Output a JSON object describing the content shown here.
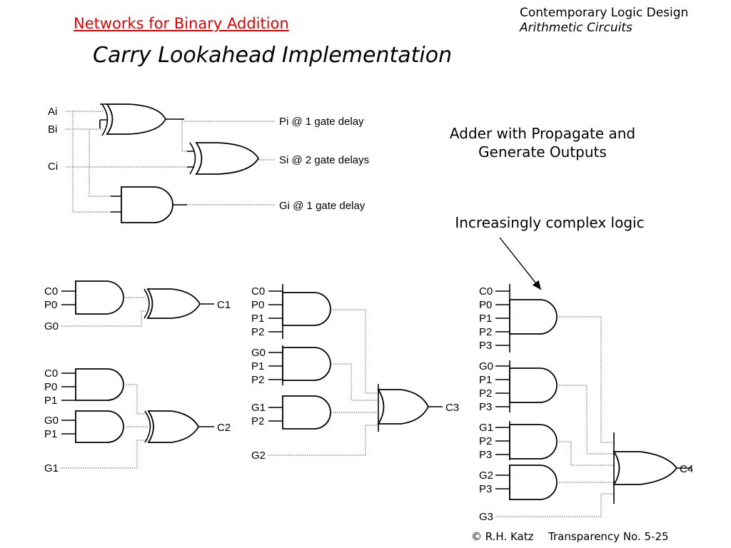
{
  "header": {
    "book_title": "Contemporary Logic Design",
    "chapter": "Arithmetic Circuits",
    "section_link": "Networks for Binary Addition",
    "slide_title": "Carry Lookahead Implementation"
  },
  "notes": {
    "adder_line1": "Adder with Propagate and",
    "adder_line2": "Generate Outputs",
    "complexity": "Increasingly complex logic"
  },
  "adder": {
    "inputs": [
      "Ai",
      "Bi",
      "Ci"
    ],
    "outputs": [
      "Pi @ 1 gate delay",
      "Si @ 2 gate delays",
      "Gi @ 1 gate delay"
    ]
  },
  "c1": {
    "and_inputs": [
      "C0",
      "P0"
    ],
    "or_input": "G0",
    "output": "C1"
  },
  "c2": {
    "and1_inputs": [
      "C0",
      "P0",
      "P1"
    ],
    "and2_inputs": [
      "G0",
      "P1"
    ],
    "or_input": "G1",
    "output": "C2"
  },
  "c3": {
    "and1_inputs": [
      "C0",
      "P0",
      "P1",
      "P2"
    ],
    "and2_inputs": [
      "G0",
      "P1",
      "P2"
    ],
    "and3_inputs": [
      "G1",
      "P2"
    ],
    "or_input": "G2",
    "output": "C3"
  },
  "c4": {
    "and1_inputs": [
      "C0",
      "P0",
      "P1",
      "P2",
      "P3"
    ],
    "and2_inputs": [
      "G0",
      "P1",
      "P2",
      "P3"
    ],
    "and3_inputs": [
      "G1",
      "P2",
      "P3"
    ],
    "and4_inputs": [
      "G2",
      "P3"
    ],
    "or_input": "G3",
    "output": "C4"
  },
  "footer": {
    "copyright": "© R.H. Katz",
    "transparency": "Transparency No. 5-25"
  }
}
